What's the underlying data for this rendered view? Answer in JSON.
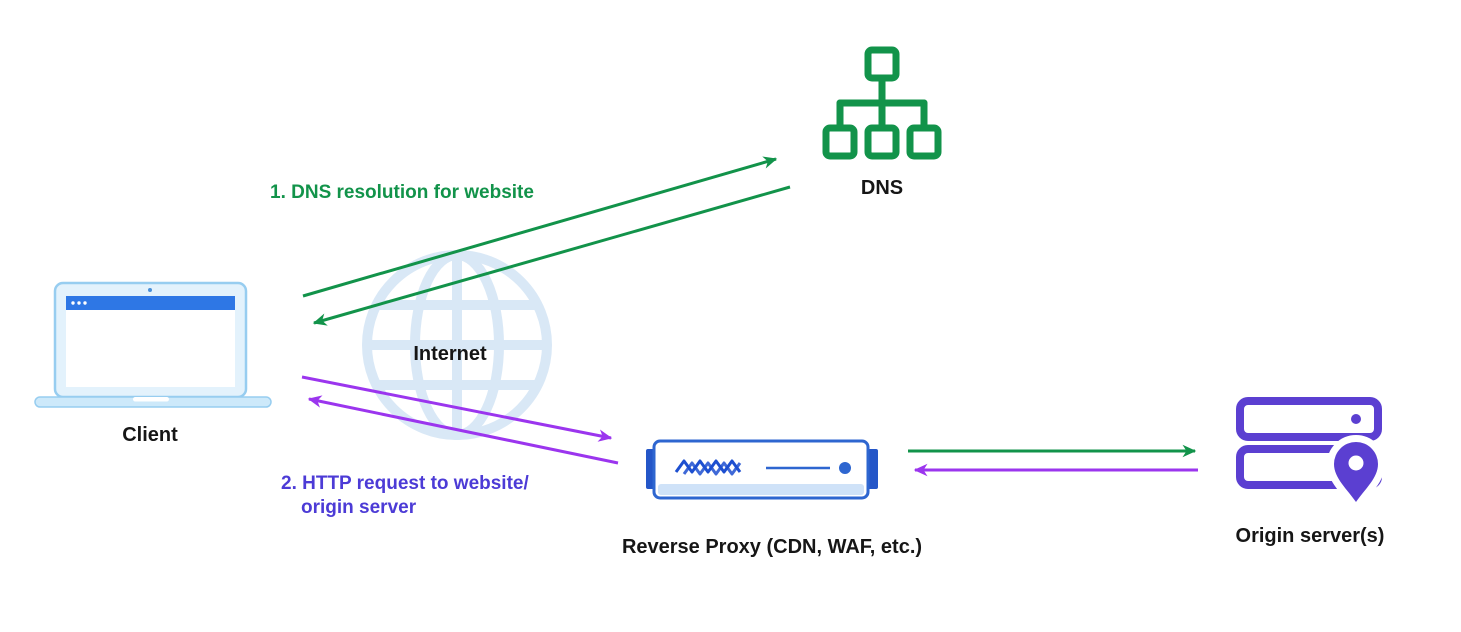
{
  "title": "Reverse proxy request flow diagram",
  "colors": {
    "green": "#12934a",
    "purple": "#9b35ee",
    "violet": "#5b3fd1",
    "indigo": "#4c3bd6",
    "blue": "#2e66d0",
    "blue_dark": "#2456c8",
    "header_blue": "#2e77e5",
    "light_blue": "#d9e8f6",
    "laptop_fill": "#cde9fa",
    "text": "#161616"
  },
  "nodes": {
    "client": {
      "label": "Client"
    },
    "internet": {
      "label": "Internet"
    },
    "dns": {
      "label": "DNS"
    },
    "reverse_proxy": {
      "label": "Reverse Proxy (CDN, WAF, etc.)"
    },
    "origin": {
      "label": "Origin server(s)"
    }
  },
  "flows": {
    "dns_resolution": {
      "label": "1. DNS resolution for website"
    },
    "http_request": {
      "label_line1": "2. HTTP request to website/",
      "label_line2": "origin server"
    }
  }
}
